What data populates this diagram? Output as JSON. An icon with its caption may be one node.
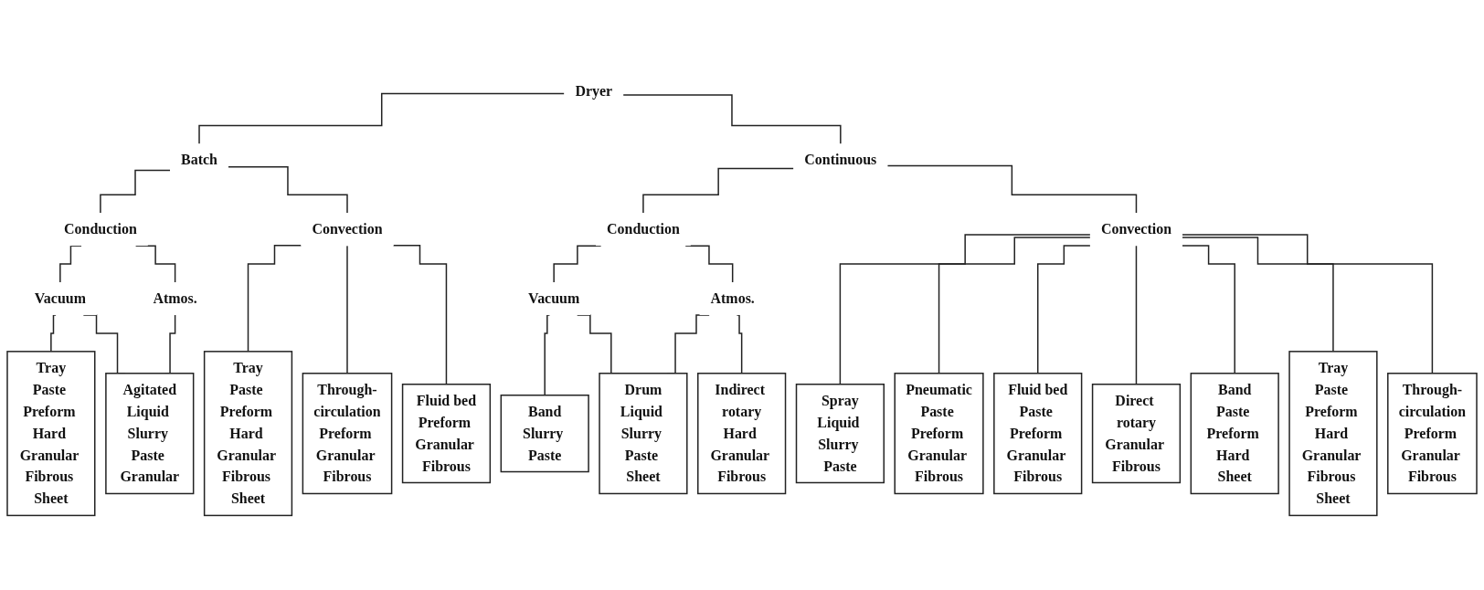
{
  "diagram": {
    "nodes": [
      {
        "text": [
          "Dryer"
        ]
      },
      {
        "text": [
          "Batch"
        ]
      },
      {
        "text": [
          "Continuous"
        ]
      },
      {
        "text": [
          "Conduction"
        ]
      },
      {
        "text": [
          "Convection"
        ]
      },
      {
        "text": [
          "Conduction"
        ]
      },
      {
        "text": [
          "Convection"
        ]
      },
      {
        "text": [
          "Vacuum"
        ]
      },
      {
        "text": [
          "Atmos."
        ]
      },
      {
        "text": [
          "Vacuum"
        ]
      },
      {
        "text": [
          "Atmos."
        ]
      },
      {
        "text": [
          "Tray",
          "Paste Preform Hard Granular Fibrous Sheet"
        ]
      },
      {
        "text": [
          "Agitated",
          "Liquid Slurry Paste Granular"
        ]
      },
      {
        "text": [
          "Tray",
          "Paste Preform Hard Granular Fibrous Sheet"
        ]
      },
      {
        "text": [
          "Through-circulation",
          "Preform Granular Fibrous"
        ]
      },
      {
        "text": [
          "Fluid bed",
          "Preform Granular Fibrous"
        ]
      },
      {
        "text": [
          "Band",
          "Slurry Paste"
        ]
      },
      {
        "text": [
          "Drum",
          "Liquid Slurry Paste Sheet"
        ]
      },
      {
        "text": [
          "Indirect rotary",
          "Hard Granular Fibrous"
        ]
      },
      {
        "text": [
          "Spray",
          "Liquid Slurry Paste"
        ]
      },
      {
        "text": [
          "Pneumatic",
          "Paste Preform Granular Fibrous"
        ]
      },
      {
        "text": [
          "Fluid bed",
          "Paste Preform Granular Fibrous"
        ]
      },
      {
        "text": [
          "Direct rotary",
          "Granular Fibrous"
        ]
      },
      {
        "text": [
          "Band",
          "Paste Preform Hard Sheet"
        ]
      },
      {
        "text": [
          "Tray",
          "Paste Preform Hard Granular Fibrous Sheet"
        ]
      },
      {
        "text": [
          "Through-circulation",
          "Preform Granular Fibrous"
        ]
      }
    ],
    "edges": [
      {
        "from": 0,
        "to": 1,
        "arrow": "none"
      },
      {
        "from": 0,
        "to": 2,
        "arrow": "none"
      },
      {
        "from": 1,
        "to": 3,
        "arrow": "none"
      },
      {
        "from": 1,
        "to": 4,
        "arrow": "none"
      },
      {
        "from": 2,
        "to": 5,
        "arrow": "none"
      },
      {
        "from": 2,
        "to": 6,
        "arrow": "none"
      },
      {
        "from": 3,
        "to": 7,
        "arrow": "none"
      },
      {
        "from": 3,
        "to": 8,
        "arrow": "none"
      },
      {
        "from": 4,
        "to": 13,
        "arrow": "none"
      },
      {
        "from": 4,
        "to": 14,
        "arrow": "none"
      },
      {
        "from": 4,
        "to": 15,
        "arrow": "none"
      },
      {
        "from": 5,
        "to": 9,
        "arrow": "none"
      },
      {
        "from": 5,
        "to": 10,
        "arrow": "none"
      },
      {
        "from": 6,
        "to": 19,
        "arrow": "none"
      },
      {
        "from": 6,
        "to": 20,
        "arrow": "none"
      },
      {
        "from": 6,
        "to": 21,
        "arrow": "none"
      },
      {
        "from": 6,
        "to": 22,
        "arrow": "none"
      },
      {
        "from": 6,
        "to": 23,
        "arrow": "none"
      },
      {
        "from": 6,
        "to": 24,
        "arrow": "none"
      },
      {
        "from": 6,
        "to": 25,
        "arrow": "none"
      },
      {
        "from": 7,
        "to": 11,
        "arrow": "none"
      },
      {
        "from": 7,
        "to": 12,
        "arrow": "none"
      },
      {
        "from": 8,
        "to": 12,
        "arrow": "none"
      },
      {
        "from": 9,
        "to": 16,
        "arrow": "none"
      },
      {
        "from": 9,
        "to": 17,
        "arrow": "none"
      },
      {
        "from": 10,
        "to": 17,
        "arrow": "none"
      },
      {
        "from": 10,
        "to": 18,
        "arrow": "none"
      }
    ]
  }
}
